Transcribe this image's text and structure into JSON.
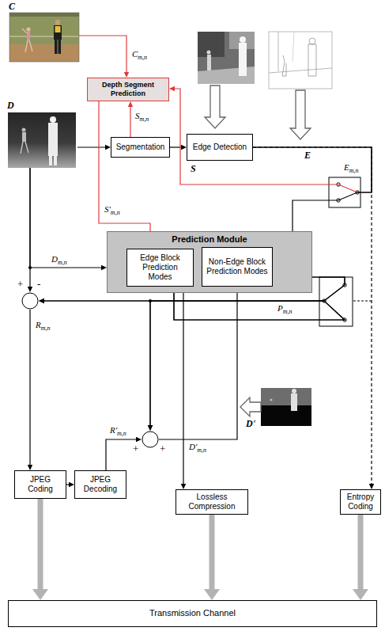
{
  "diagram": {
    "nodes": [
      {
        "text": [
          "C"
        ]
      },
      {
        "text": [
          "Depth Segment Prediction"
        ]
      },
      {
        "text": [
          "D"
        ]
      },
      {
        "text": [
          "Segmentation"
        ]
      },
      {
        "text": [
          "Edge Detection"
        ]
      },
      {
        "text": [
          "Prediction Module"
        ]
      },
      {
        "text": [
          "Edge Block Prediction Modes"
        ],
        "in": 5
      },
      {
        "text": [
          "Non-Edge Block Prediction Modes"
        ],
        "in": 5
      },
      {
        "text": [
          "+",
          "-"
        ]
      },
      {
        "text": [
          "JPEG Coding"
        ]
      },
      {
        "text": [
          "JPEG Decoding"
        ]
      },
      {
        "text": [
          "+",
          "+"
        ]
      },
      {
        "text": [
          "Lossless Compression"
        ]
      },
      {
        "text": [
          "Entropy Coding"
        ]
      },
      {
        "text": [
          "Transmission Channel"
        ]
      }
    ],
    "edges": [
      {
        "from": 0,
        "to": 1,
        "label": "Cm,n",
        "arrow": "to"
      },
      {
        "from": 2,
        "to": 3,
        "arrow": "to"
      },
      {
        "from": 3,
        "to": 1,
        "label": "Sm,n",
        "arrow": "to"
      },
      {
        "from": 3,
        "to": 4,
        "arrow": "to"
      },
      {
        "from": 4,
        "to": 1,
        "label": "Em,n",
        "arrow": "to"
      },
      {
        "from": 4,
        "to": 7,
        "arrow": "to"
      },
      {
        "from": 4,
        "to": 13,
        "arrow": "to"
      },
      {
        "from": 1,
        "to": 6,
        "label": "S'm,n",
        "arrow": "to"
      },
      {
        "from": 2,
        "to": 8,
        "arrow": "to"
      },
      {
        "from": 2,
        "to": 5,
        "label": "Dm,n",
        "arrow": "to"
      },
      {
        "from": 7,
        "to": 8,
        "label": "Pm,n",
        "arrow": "to"
      },
      {
        "from": 6,
        "to": 8,
        "arrow": "to"
      },
      {
        "from": 7,
        "to": 11,
        "arrow": "to"
      },
      {
        "from": 6,
        "to": 11,
        "arrow": "to"
      },
      {
        "from": 6,
        "to": 12,
        "arrow": "to"
      },
      {
        "from": 8,
        "to": 9,
        "label": "Rm,n",
        "arrow": "to"
      },
      {
        "from": 9,
        "to": 10,
        "arrow": "to"
      },
      {
        "from": 10,
        "to": 11,
        "label": "R'm,n",
        "arrow": "to"
      },
      {
        "from": 11,
        "to": 7,
        "label": "D'm,n",
        "arrow": "to"
      },
      {
        "from": 9,
        "to": 14,
        "arrow": "to"
      },
      {
        "from": 12,
        "to": 14,
        "arrow": "to"
      },
      {
        "from": 13,
        "to": 14,
        "arrow": "to"
      }
    ],
    "labels": [
      "S",
      "E",
      "D'"
    ]
  }
}
